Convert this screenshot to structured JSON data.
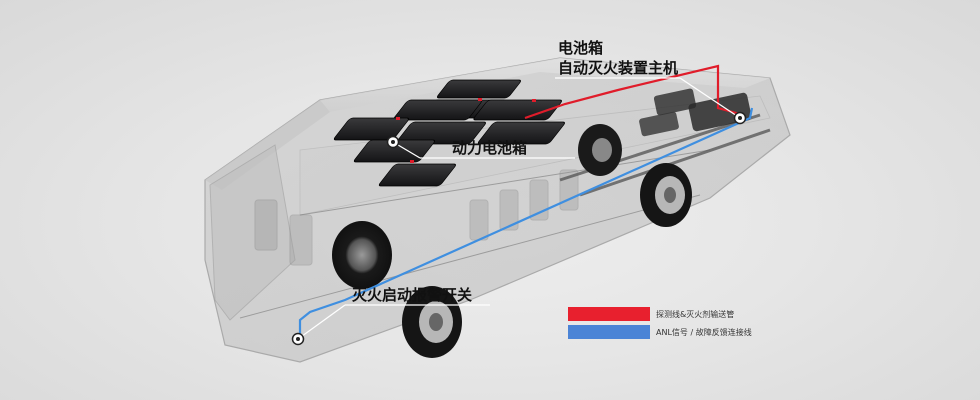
{
  "callouts": {
    "battery_box_line1": "电池箱",
    "battery_box_line2": "自动灭火装置主机",
    "power_battery": "动力电池箱",
    "alarm_switch": "灭火启动报警开关"
  },
  "legend": [
    {
      "label": "探测线&灭火剂输送管",
      "color": "#e8202e"
    },
    {
      "label": "ANL信号 / 故障反馈连接线",
      "color": "#4b84d6"
    }
  ],
  "colors": {
    "red_line": "#e01c2a",
    "blue_line": "#3f8fe0",
    "battery_module": "#1d1d1f"
  }
}
